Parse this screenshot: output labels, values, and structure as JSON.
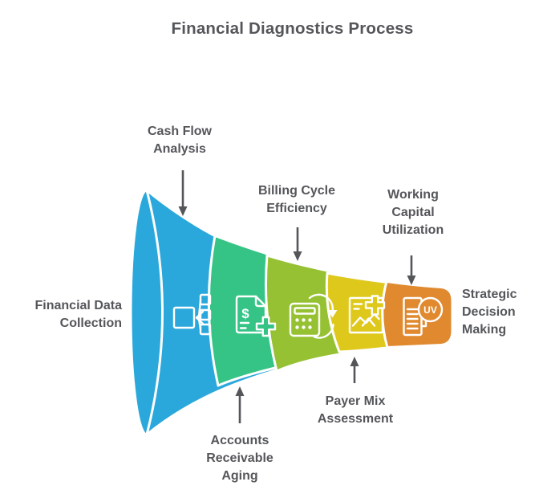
{
  "title": "Financial Diagnostics Process",
  "palette": {
    "text": "#54565A",
    "arrow": "#54565A",
    "outline": "#FFFFFF",
    "background": "#FFFFFF"
  },
  "funnel": {
    "input_label": "Financial Data\nCollection",
    "output_label": "Strategic\nDecision\nMaking",
    "stages": [
      {
        "label": "Cash Flow\nAnalysis",
        "color": "#2BA8DB",
        "icon": "data-distribution-icon",
        "label_position": "top"
      },
      {
        "label": "Accounts\nReceivable\nAging",
        "color": "#35C486",
        "icon": "billing-statement-plus-icon",
        "label_position": "bottom"
      },
      {
        "label": "Billing Cycle\nEfficiency",
        "color": "#95C133",
        "icon": "calculator-cycle-icon",
        "label_position": "top"
      },
      {
        "label": "Payer Mix\nAssessment",
        "color": "#DFC81C",
        "icon": "chart-plus-icon",
        "label_position": "bottom"
      },
      {
        "label": "Working\nCapital\nUtilization",
        "color": "#E0892E",
        "icon": "uv-document-icon",
        "label_position": "top"
      }
    ]
  }
}
